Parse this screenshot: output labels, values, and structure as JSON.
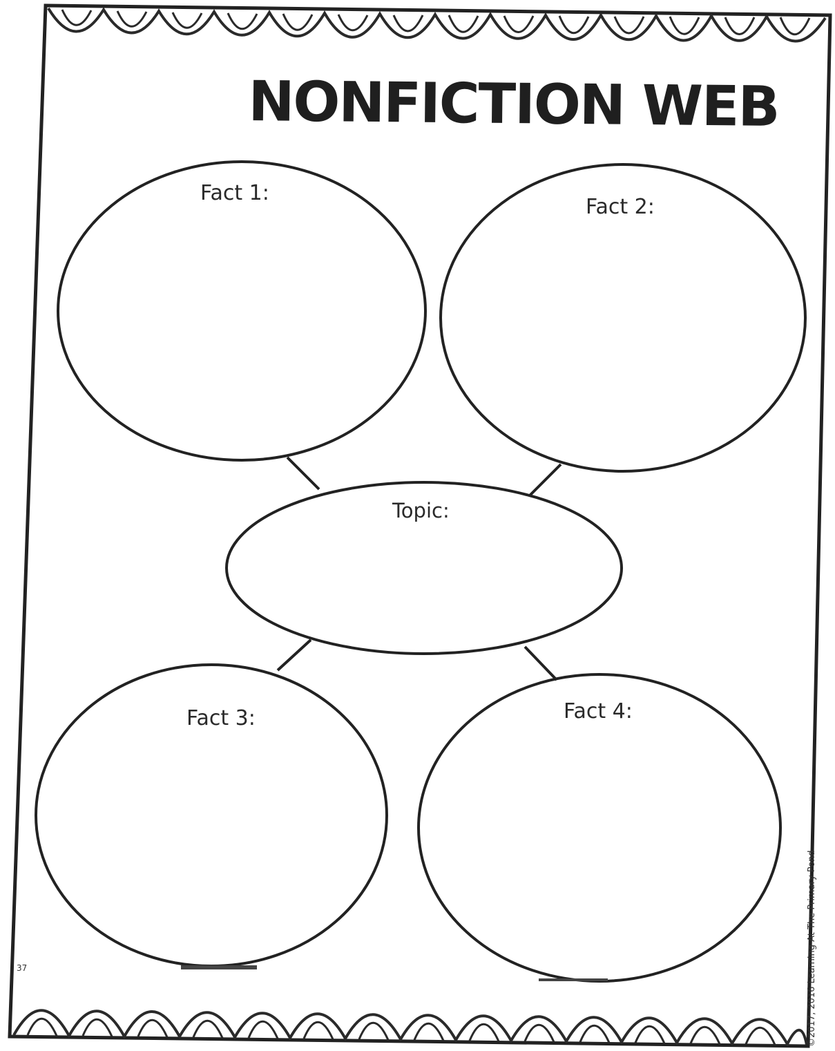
{
  "worksheet": {
    "title": "NONFICTION WEB",
    "fact1_label": "Fact 1:",
    "fact2_label": "Fact 2:",
    "topic_label": "Topic:",
    "fact3_label": "Fact 3:",
    "fact4_label": "Fact 4:",
    "page_number": "37",
    "copyright": "©2017, 2016 Learning At The Primary Pond"
  },
  "colors": {
    "ink": "#1f1f1f",
    "paper": "#ffffff"
  }
}
